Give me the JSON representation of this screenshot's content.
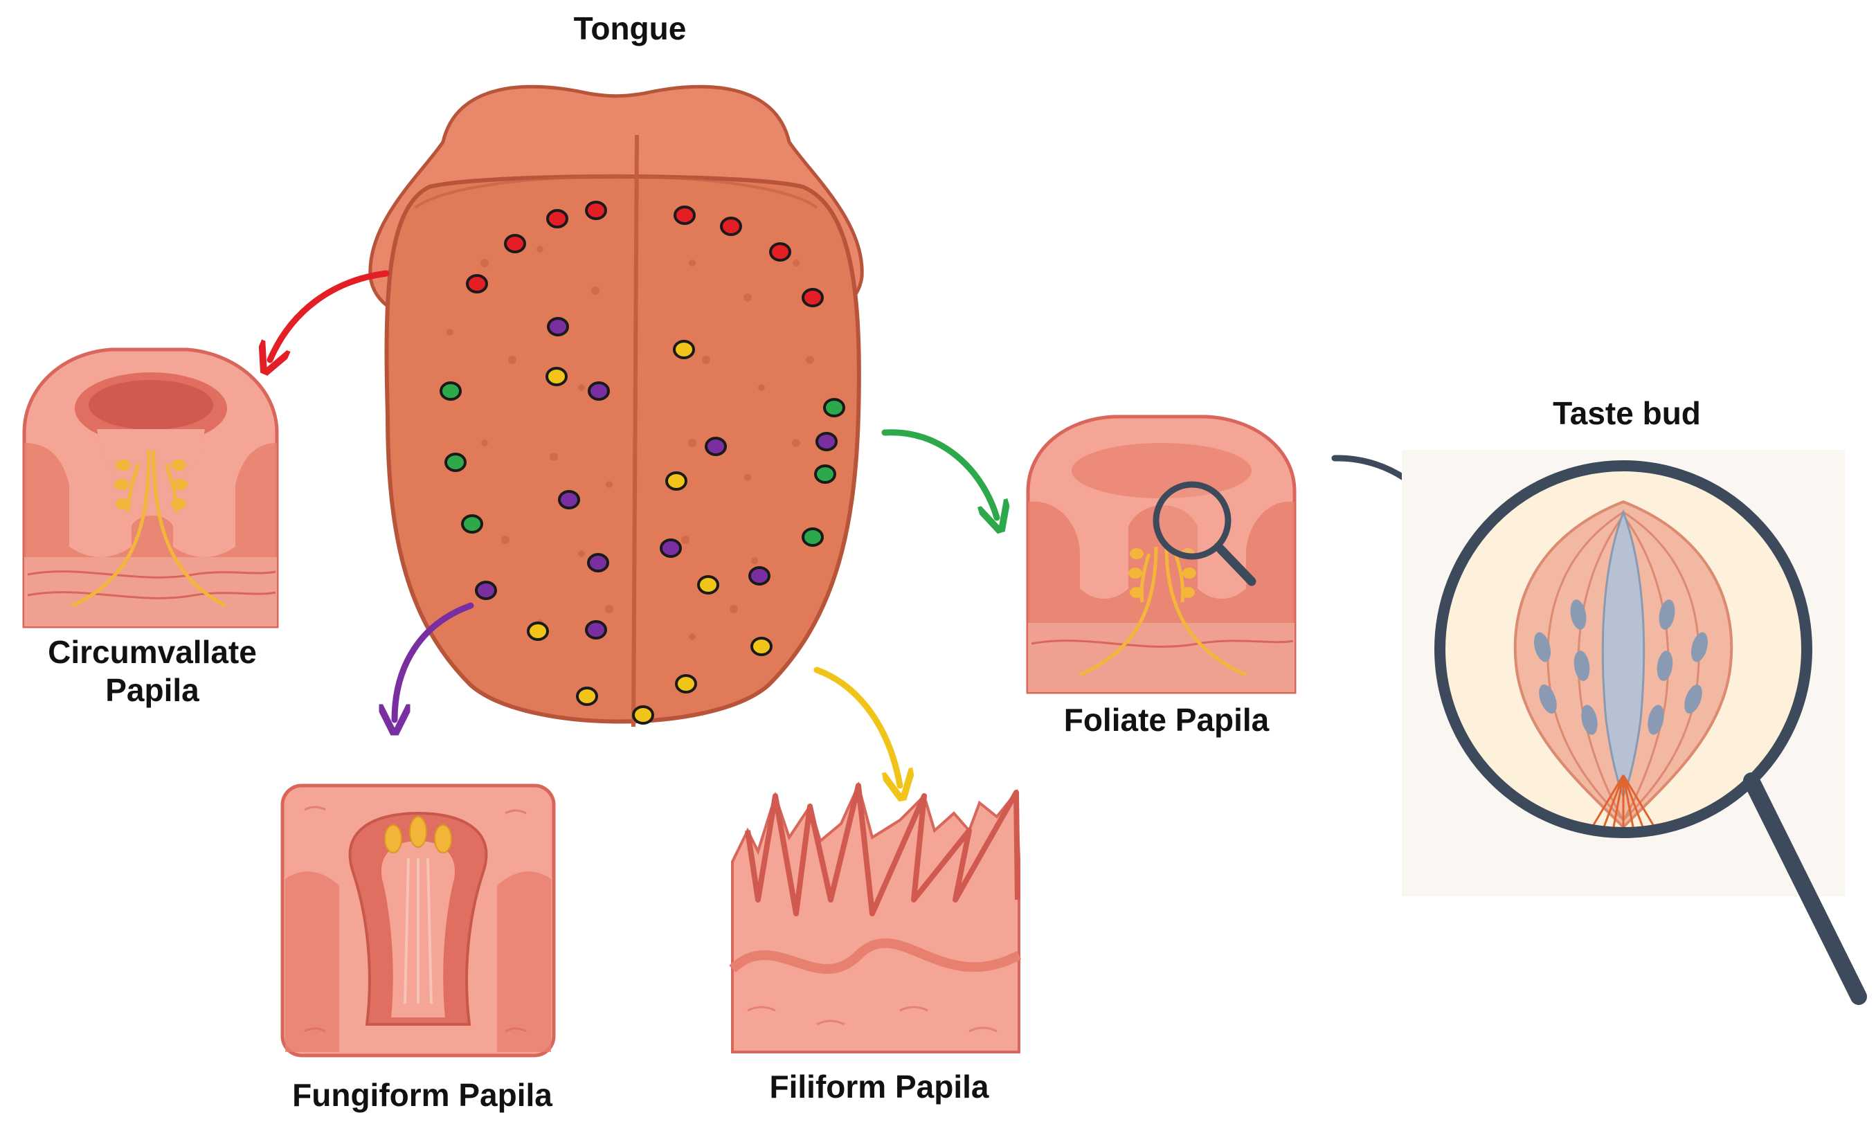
{
  "labels": {
    "tongue": "Tongue",
    "taste_bud": "Taste bud",
    "circumvallate_line1": "Circumvallate",
    "circumvallate_line2": "Papila",
    "foliate": "Foliate Papila",
    "fungiform": "Fungiform Papila",
    "filiform": "Filiform Papila"
  },
  "colors": {
    "tongue": "#e07a58",
    "tongue_outline": "#b8543a",
    "tissue_light": "#f4a595",
    "tissue_mid": "#e8806f",
    "tissue_dark": "#c9584b",
    "nerve": "#f3b63a",
    "circumvallate_dot": "#e31e24",
    "fungiform_dot": "#7a2fa0",
    "foliate_dot": "#2da84a",
    "filiform_dot": "#f0c419",
    "magnifier": "#3c4a5c",
    "taste_bud_bg": "#fdf1dc",
    "taste_bud_cell": "#f2b8a2",
    "taste_bud_nucleus": "#8a9ab3"
  },
  "icons": [
    "magnifier-icon",
    "arrow-icon"
  ]
}
